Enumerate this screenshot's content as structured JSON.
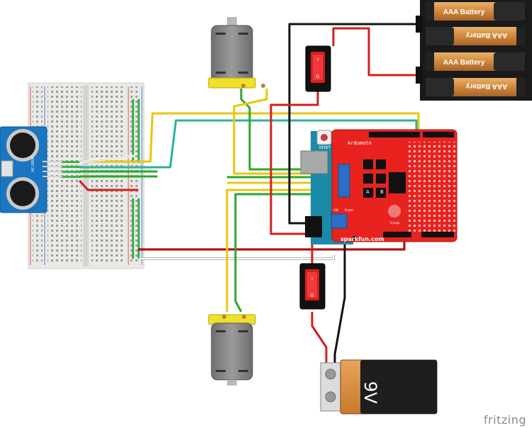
{
  "battery_pack": {
    "cells": [
      {
        "label": "AAA Battery"
      },
      {
        "label": "AAA Battery"
      },
      {
        "label": "AAA Battery"
      },
      {
        "label": "AAA Battery"
      }
    ]
  },
  "shield": {
    "name": "Ardumoto",
    "reset_label": "RESET",
    "brand": "sparkfun.com",
    "channel_a": "A",
    "channel_b": "B",
    "logo": "S-Logo",
    "vin_label": "VIN",
    "power_label": "Power"
  },
  "sensor": {
    "model": "HC-SR04"
  },
  "nine_volt": {
    "label": "9V"
  },
  "switches": {
    "on_mark": "I",
    "off_mark": "O"
  },
  "watermark": "fritzing",
  "colors": {
    "wire_red": "#d11f1f",
    "wire_black": "#111111",
    "wire_yellow": "#e8c60f",
    "wire_green": "#2aa82a",
    "wire_teal": "#29b39c",
    "wire_white": "#ffffff",
    "shield_red": "#e8231f",
    "sensor_blue": "#1a76c0",
    "motor_yellow": "#efe02a",
    "battery_orange": "#d9953c"
  }
}
